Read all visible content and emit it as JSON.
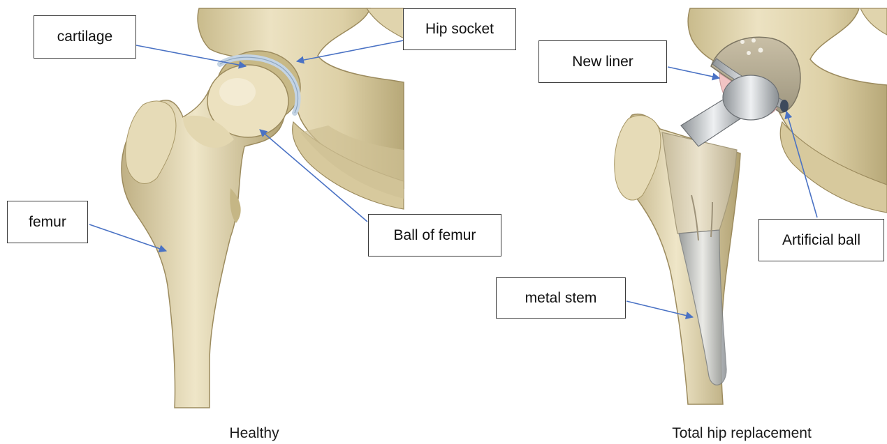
{
  "labels": {
    "cartilage": "cartilage",
    "hip_socket": "Hip socket",
    "femur": "femur",
    "ball_of_femur": "Ball of femur",
    "new_liner": "New liner",
    "artificial_ball": "Artificial ball",
    "metal_stem": "metal stem"
  },
  "captions": {
    "left": "Healthy",
    "right": "Total hip replacement"
  },
  "colors": {
    "bone": "#e2d6b0",
    "bone_shadow": "#b9aa7e",
    "bone_outline": "#9c8b5e",
    "cartilage": "#c4d4e4",
    "arrow": "#4a72c4",
    "metal": "#b8bcc0",
    "implant_stem_coating": "#d8ccb0",
    "liner": "#f2c4c4"
  }
}
